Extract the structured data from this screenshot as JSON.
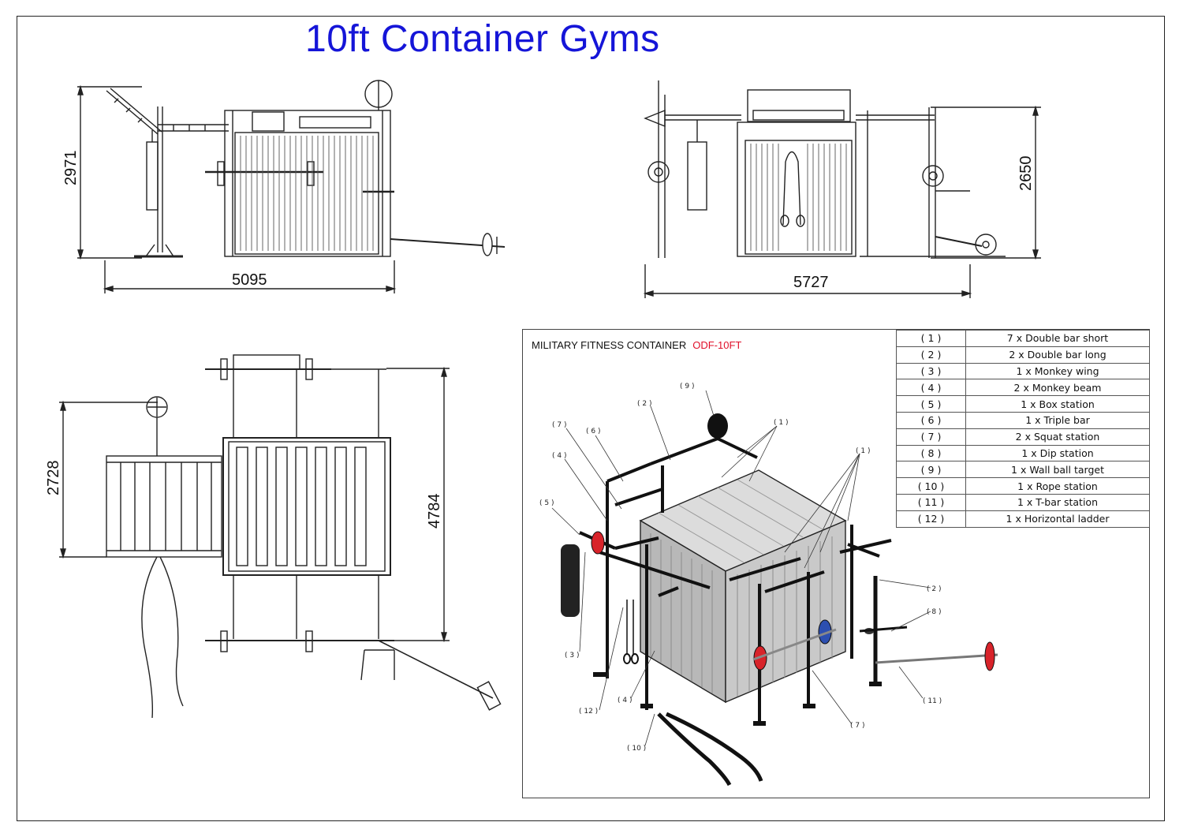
{
  "title": "10ft Container Gyms",
  "dimensions": {
    "side_height": "2971",
    "side_width": "5095",
    "front_height": "2650",
    "front_width": "5727",
    "plan_height_left": "2728",
    "plan_height_right": "4784"
  },
  "detail": {
    "heading": "MILITARY FITNESS CONTAINER",
    "code": "ODF-10FT",
    "callouts": {
      "c1a": "( 1 )",
      "c1b": "( 1 )",
      "c2a": "( 2 )",
      "c2b": "( 2 )",
      "c3": "( 3 )",
      "c4a": "( 4 )",
      "c4b": "( 4 )",
      "c5": "( 5 )",
      "c6": "( 6 )",
      "c7a": "( 7 )",
      "c7b": "( 7 )",
      "c8": "( 8 )",
      "c9": "( 9 )",
      "c10": "( 10 )",
      "c11": "( 11 )",
      "c12": "( 12 )"
    }
  },
  "parts": [
    {
      "num": "( 1 )",
      "desc": "7 x Double bar short"
    },
    {
      "num": "( 2 )",
      "desc": "2 x Double bar long"
    },
    {
      "num": "( 3 )",
      "desc": "1 x Monkey wing"
    },
    {
      "num": "( 4 )",
      "desc": "2 x Monkey beam"
    },
    {
      "num": "( 5 )",
      "desc": "1 x Box station"
    },
    {
      "num": "( 6 )",
      "desc": "1 x Triple bar"
    },
    {
      "num": "( 7 )",
      "desc": "2 x Squat station"
    },
    {
      "num": "( 8 )",
      "desc": "1 x Dip station"
    },
    {
      "num": "( 9 )",
      "desc": "1 x Wall ball target"
    },
    {
      "num": "( 10 )",
      "desc": "1 x Rope station"
    },
    {
      "num": "( 11 )",
      "desc": "1 x T-bar station"
    },
    {
      "num": "( 12 )",
      "desc": "1 x Horizontal ladder"
    }
  ],
  "colors": {
    "title": "#1515d8",
    "code": "#e0102a",
    "plate_red": "#d8232a",
    "plate_blue": "#2d4fb0"
  }
}
